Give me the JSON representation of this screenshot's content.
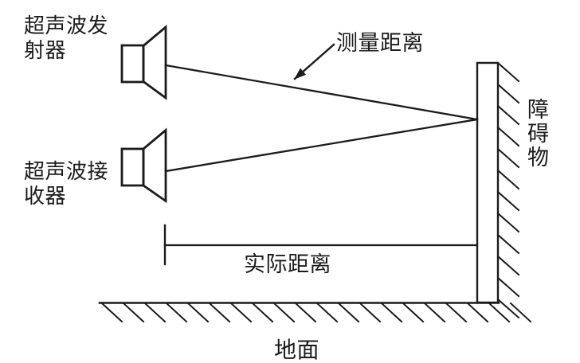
{
  "diagram": {
    "labels": {
      "transmitter": "超声波发\n射器",
      "receiver": "超声波接\n收器",
      "measured_distance": "测量距离",
      "actual_distance": "实际距离",
      "obstacle": "障碍物",
      "ground": "地面"
    },
    "colors": {
      "line": "#1b1b1b",
      "background": "#ffffff"
    }
  }
}
